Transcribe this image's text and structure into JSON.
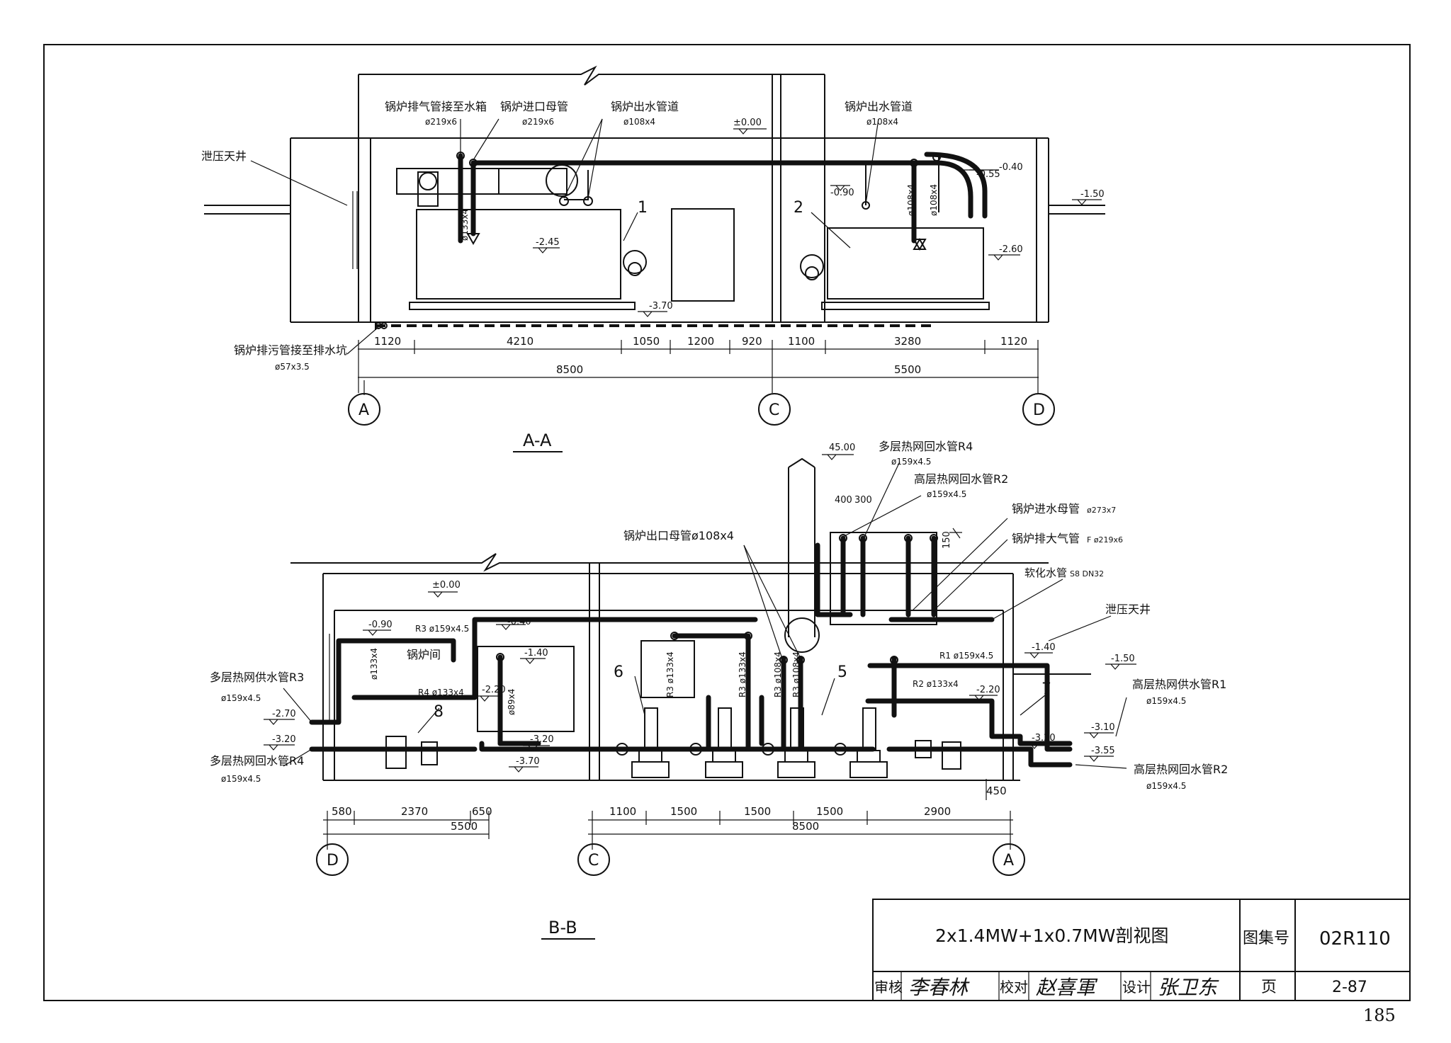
{
  "section_aa": {
    "title": "A-A",
    "labels": {
      "relief_shaft": "泄压天井",
      "exhaust_to_tank": "锅炉排气管接至水箱",
      "exhaust_to_tank_spec": "ø219x6",
      "inlet_header": "锅炉进口母管",
      "inlet_header_spec": "ø219x6",
      "outlet_pipe_1": "锅炉出水管道",
      "outlet_pipe_1_spec": "ø108x4",
      "outlet_pipe_2": "锅炉出水管道",
      "outlet_pipe_2_spec": "ø108x4",
      "drain_to_pit": "锅炉排污管接至排水坑",
      "drain_spec": "ø57x3.5",
      "pipe_133": "ø133x4",
      "pipe_108a": "ø108x4",
      "pipe_108b": "ø108x4",
      "boiler1": "1",
      "boiler2": "2"
    },
    "elevations": [
      "±0.00",
      "-0.40",
      "-0.55",
      "-0.90",
      "-1.50",
      "-2.45",
      "-2.60",
      "-3.70"
    ],
    "dims": [
      "1120",
      "4210",
      "1050",
      "1200",
      "920",
      "1100",
      "3280",
      "1120"
    ],
    "dims_total": [
      "8500",
      "5500"
    ],
    "axes": [
      "A",
      "C",
      "D"
    ]
  },
  "section_bb": {
    "title": "B-B",
    "labels": {
      "return_r4_top": "多层热网回水管R4",
      "return_r4_top_spec": "ø159x4.5",
      "return_r2_top": "高层热网回水管R2",
      "return_r2_top_spec": "ø159x4.5",
      "inlet_header": "锅炉进水母管",
      "inlet_header_spec": "ø273x7",
      "vent_pipe": "锅炉排大气管",
      "vent_pipe_spec": "F ø219x6",
      "outlet_header": "锅炉出口母管ø108x4",
      "softened": "软化水管",
      "softened_spec": "S8 DN32",
      "relief_shaft": "泄压天井",
      "boiler_room": "锅炉间",
      "supply_r3": "多层热网供水管R3",
      "supply_r3_spec": "ø159x4.5",
      "return_r4": "多层热网回水管R4",
      "return_r4_spec": "ø159x4.5",
      "supply_r1": "高层热网供水管R1",
      "supply_r1_spec": "ø159x4.5",
      "return_r2": "高层热网回水管R2",
      "return_r2_spec": "ø159x4.5",
      "r3_line": "R3 ø159x4.5",
      "r4_line": "R4 ø133x4",
      "r1_line": "R1 ø159x4.5",
      "r2_line": "R2 ø133x4",
      "p133": "ø133x4",
      "p89": "ø89x4",
      "r3a": "R3 ø133x4",
      "r3b": "R3 ø133x4",
      "r3c": "R3 ø108x4",
      "r3d": "R3 ø108x4",
      "dim_400": "400",
      "dim_300": "300",
      "dim_150": "150",
      "n5": "5",
      "n6": "6",
      "n7": "7",
      "n8": "8"
    },
    "elevations": [
      "45.00",
      "±0.00",
      "-0.40",
      "-0.90",
      "-1.40",
      "-1.40",
      "-1.50",
      "-2.20",
      "-2.20",
      "-2.70",
      "-3.20",
      "-3.20",
      "-3.20",
      "-3.10",
      "-3.55",
      "-3.70"
    ],
    "dims": [
      "580",
      "2370",
      "650",
      "1100",
      "1500",
      "1500",
      "1500",
      "2900",
      "450"
    ],
    "dims_total": [
      "5500",
      "8500"
    ],
    "axes": [
      "D",
      "C",
      "A"
    ]
  },
  "title_block": {
    "drawing_title": "2x1.4MW+1x0.7MW剖视图",
    "atlas_label": "图集号",
    "atlas_no": "02R110",
    "review_label": "审核",
    "check_label": "校对",
    "design_label": "设计",
    "page_label": "页",
    "page_no": "2-87",
    "review_signature": "李春林",
    "check_signature": "赵喜軍",
    "design_signature": "张卫东"
  },
  "page_number": "185"
}
